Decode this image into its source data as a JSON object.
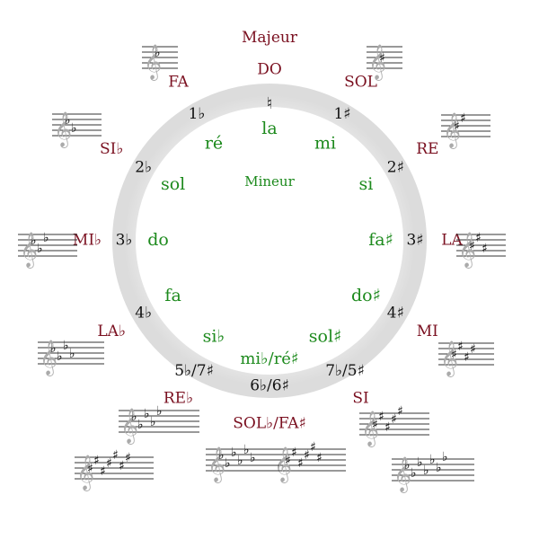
{
  "colors": {
    "major": "#7a1020",
    "minor": "#1d8a1d",
    "signature": "#111111",
    "ring": "#e6e6e6",
    "staff": "#333333"
  },
  "labels": {
    "major_title": "Majeur",
    "minor_title": "Mineur"
  },
  "keys": [
    {
      "major": "DO",
      "minor": "la",
      "signature": "♮"
    },
    {
      "major": "SOL",
      "minor": "mi",
      "signature": "1♯"
    },
    {
      "major": "RE",
      "minor": "si",
      "signature": "2♯"
    },
    {
      "major": "LA",
      "minor": "fa♯",
      "signature": "3♯"
    },
    {
      "major": "MI",
      "minor": "do♯",
      "signature": "4♯"
    },
    {
      "major": "SI",
      "minor": "sol♯",
      "signature": "7♭/5♯"
    },
    {
      "major": "SOL♭/FA♯",
      "minor": "mi♭/ré♯",
      "signature": "6♭/6♯"
    },
    {
      "major": "RE♭",
      "minor": "si♭",
      "signature": "5♭/7♯"
    },
    {
      "major": "LA♭",
      "minor": "fa",
      "signature": "4♭"
    },
    {
      "major": "MI♭",
      "minor": "do",
      "signature": "3♭"
    },
    {
      "major": "SI♭",
      "minor": "sol",
      "signature": "2♭"
    },
    {
      "major": "FA",
      "minor": "ré",
      "signature": "1♭"
    }
  ],
  "staves": [
    {
      "key": "DO",
      "accidental": "natural",
      "count": 0
    },
    {
      "key": "SOL",
      "accidental": "sharp",
      "count": 1
    },
    {
      "key": "RE",
      "accidental": "sharp",
      "count": 2
    },
    {
      "key": "LA",
      "accidental": "sharp",
      "count": 3
    },
    {
      "key": "MI",
      "accidental": "sharp",
      "count": 4
    },
    {
      "key": "SI",
      "accidental": "sharp",
      "count": 5
    },
    {
      "key": "FA♯",
      "accidental": "sharp",
      "count": 6
    },
    {
      "key": "SOL♭",
      "accidental": "flat",
      "count": 6
    },
    {
      "key": "DO♯",
      "accidental": "sharp",
      "count": 7
    },
    {
      "key": "RE♭",
      "accidental": "flat",
      "count": 5
    },
    {
      "key": "LA♭",
      "accidental": "flat",
      "count": 4
    },
    {
      "key": "MI♭",
      "accidental": "flat",
      "count": 3
    },
    {
      "key": "SI♭",
      "accidental": "flat",
      "count": 2
    },
    {
      "key": "FA",
      "accidental": "flat",
      "count": 1
    },
    {
      "key": "DO♭",
      "accidental": "flat",
      "count": 7
    }
  ]
}
